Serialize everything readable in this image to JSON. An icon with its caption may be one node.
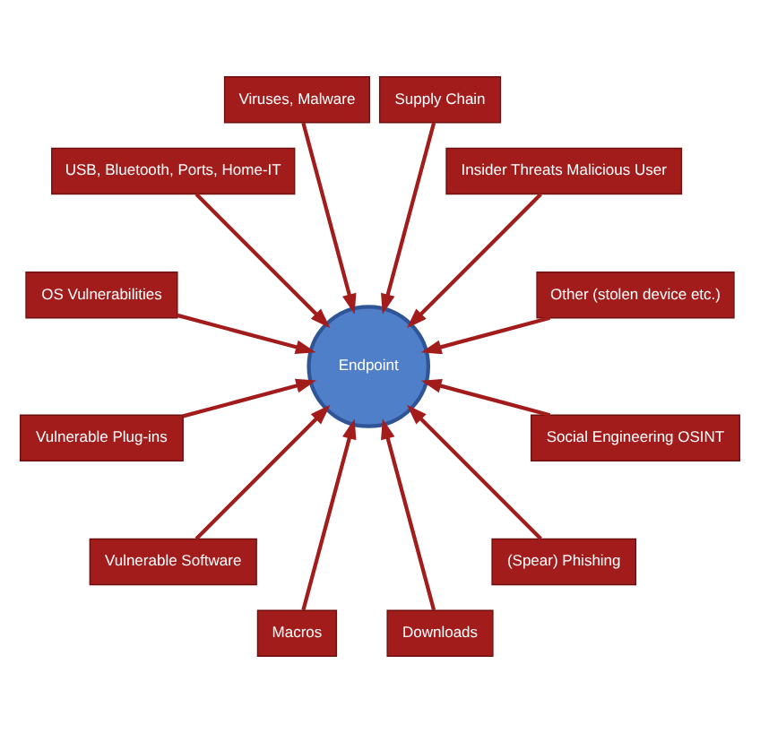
{
  "diagram": {
    "nodes": [
      {
        "text": [
          "Other (stolen device etc.)"
        ]
      },
      {
        "text": [
          "Insider Threats Malicious User"
        ]
      },
      {
        "text": [
          "Supply Chain"
        ]
      },
      {
        "text": [
          "Viruses, Malware"
        ]
      },
      {
        "text": [
          "USB, Bluetooth, Ports, Home-IT"
        ]
      },
      {
        "text": [
          "OS Vulnerabilities"
        ]
      },
      {
        "text": [
          "Vulnerable Plug-ins"
        ]
      },
      {
        "text": [
          "Vulnerable Software"
        ]
      },
      {
        "text": [
          "Macros"
        ]
      },
      {
        "text": [
          "Downloads"
        ]
      },
      {
        "text": [
          "(Spear) Phishing"
        ]
      },
      {
        "text": [
          "Social Engineering OSINT"
        ]
      },
      {
        "text": [
          "Endpoint"
        ]
      }
    ],
    "edges": [
      {
        "from": 0,
        "to": 12,
        "arrow": "to"
      },
      {
        "from": 1,
        "to": 12,
        "arrow": "to"
      },
      {
        "from": 2,
        "to": 12,
        "arrow": "to"
      },
      {
        "from": 3,
        "to": 12,
        "arrow": "to"
      },
      {
        "from": 4,
        "to": 12,
        "arrow": "to"
      },
      {
        "from": 5,
        "to": 12,
        "arrow": "to"
      },
      {
        "from": 6,
        "to": 12,
        "arrow": "to"
      },
      {
        "from": 7,
        "to": 12,
        "arrow": "to"
      },
      {
        "from": 8,
        "to": 12,
        "arrow": "to"
      },
      {
        "from": 9,
        "to": 12,
        "arrow": "to"
      },
      {
        "from": 10,
        "to": 12,
        "arrow": "to"
      },
      {
        "from": 11,
        "to": 12,
        "arrow": "to"
      }
    ]
  }
}
